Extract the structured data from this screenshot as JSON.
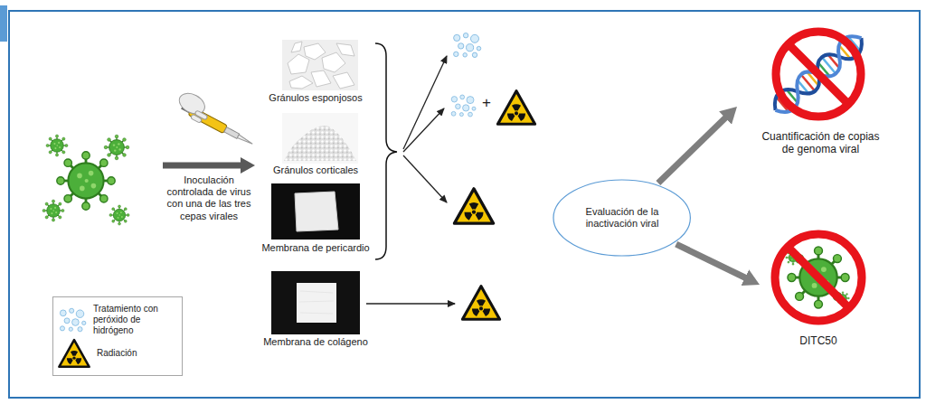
{
  "diagram": {
    "nodes": [
      {
        "text": [
          "Gránulos esponjosos"
        ]
      },
      {
        "text": [
          "Gránulos corticales"
        ]
      },
      {
        "text": [
          "Membrana de pericardio"
        ]
      },
      {
        "text": [
          "Membrana de colágeno"
        ]
      },
      {
        "text": [
          "Evaluación de la inactivación viral"
        ]
      },
      {
        "text": [
          "Cuantificación de copias de genoma viral"
        ]
      },
      {
        "text": [
          "DITC50"
        ]
      }
    ],
    "edges": [
      {
        "from": 4,
        "to": 5,
        "arrow": "to"
      },
      {
        "from": 4,
        "to": 6,
        "arrow": "to"
      }
    ],
    "labels": [
      "Inoculación controlada de virus con una de las tres cepas virales",
      "+"
    ],
    "legend": [
      {
        "text": "Tratamiento con peróxido de hidrógeno"
      },
      {
        "text": "Radiación"
      }
    ]
  }
}
